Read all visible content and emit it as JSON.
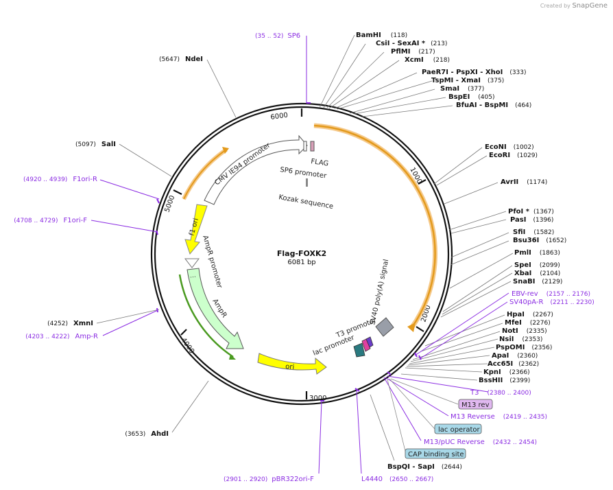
{
  "branding": {
    "created_by": "Created by",
    "product": "SnapGene"
  },
  "plasmid": {
    "name": "Flag-FOXK2",
    "length_label": "6081 bp"
  },
  "ruler": [
    "1000",
    "2000",
    "3000",
    "4000",
    "5000",
    "6000"
  ],
  "features": {
    "cmv": "CMV IE94 promoter",
    "flag": "FLAG",
    "sp6_promoter": "SP6 promoter",
    "kozak": "Kozak sequence",
    "f1ori": "f1 ori",
    "ampr_promoter": "AmpR promoter",
    "ampr": "AmpR",
    "ori": "ori",
    "sv40": "SV40 poly(A) signal",
    "t3_promoter": "T3 promoter",
    "lac_promoter": "lac promoter"
  },
  "enzymes_right": [
    {
      "name": "BamHI",
      "pos": "(118)"
    },
    {
      "name": "CsiI  - SexAI *",
      "pos": "(213)"
    },
    {
      "name": "PflMI",
      "pos": "(217)"
    },
    {
      "name": "XcmI",
      "pos": "(218)"
    },
    {
      "name": "PaeR7I  - PspXI  - XhoI",
      "pos": "(333)"
    },
    {
      "name": "TspMI  - XmaI",
      "pos": "(375)"
    },
    {
      "name": "SmaI",
      "pos": "(377)"
    },
    {
      "name": "BspEI",
      "pos": "(405)"
    },
    {
      "name": "BfuAI  - BspMI",
      "pos": "(464)"
    },
    {
      "name": "EcoNI",
      "pos": "(1002)"
    },
    {
      "name": "EcoRI",
      "pos": "(1029)"
    },
    {
      "name": "AvrII",
      "pos": "(1174)"
    },
    {
      "name": "PfoI *",
      "pos": "(1367)"
    },
    {
      "name": "PasI",
      "pos": "(1396)"
    },
    {
      "name": "SfiI",
      "pos": "(1582)"
    },
    {
      "name": "Bsu36I",
      "pos": "(1652)"
    },
    {
      "name": "PmlI",
      "pos": "(1863)"
    },
    {
      "name": "SpeI",
      "pos": "(2099)"
    },
    {
      "name": "XbaI",
      "pos": "(2104)"
    },
    {
      "name": "SnaBI",
      "pos": "(2129)"
    },
    {
      "name": "HpaI",
      "pos": "(2267)"
    },
    {
      "name": "MfeI",
      "pos": "(2276)"
    },
    {
      "name": "NotI",
      "pos": "(2335)"
    },
    {
      "name": "NsiI",
      "pos": "(2353)"
    },
    {
      "name": "PspOMI",
      "pos": "(2356)"
    },
    {
      "name": "ApaI",
      "pos": "(2360)"
    },
    {
      "name": "Acc65I",
      "pos": "(2362)"
    },
    {
      "name": "KpnI",
      "pos": "(2366)"
    },
    {
      "name": "BssHII",
      "pos": "(2399)"
    }
  ],
  "enzymes_left": [
    {
      "name": "NdeI",
      "pos": "(5647)"
    },
    {
      "name": "SalI",
      "pos": "(5097)"
    },
    {
      "name": "XmnI",
      "pos": "(4252)"
    },
    {
      "name": "AhdI",
      "pos": "(3653)"
    }
  ],
  "enzyme_bottom": {
    "name": "BspQI  - SapI",
    "pos": "(2644)"
  },
  "primers": [
    {
      "name": "SP6",
      "pos": "(35 .. 52)"
    },
    {
      "name": "F1ori-R",
      "pos": "(4920 .. 4939)"
    },
    {
      "name": "F1ori-F",
      "pos": "(4708 .. 4729)"
    },
    {
      "name": "Amp-R",
      "pos": "(4203 .. 4222)"
    },
    {
      "name": "EBV-rev",
      "pos": "(2157 .. 2176)"
    },
    {
      "name": "SV40pA-R",
      "pos": "(2211 .. 2230)"
    },
    {
      "name": "T3",
      "pos": "(2380 .. 2400)"
    },
    {
      "name": "M13 Reverse",
      "pos": "(2419 .. 2435)"
    },
    {
      "name": "M13/pUC Reverse",
      "pos": "(2432 .. 2454)"
    },
    {
      "name": "pBR322ori-F",
      "pos": "(2901 .. 2920)"
    },
    {
      "name": "L4440",
      "pos": "(2650 .. 2667)"
    }
  ],
  "boxed_features": [
    "M13 rev",
    "lac operator",
    "CAP binding site"
  ],
  "colors": {
    "backbone": "#111111",
    "cds": "#f0a830",
    "promoter": "#ffffff",
    "f1ori": "#ffff00",
    "ampr": "#ccffcc",
    "ori": "#ffff00",
    "primer": "#8a2be2",
    "lac_box": "#a8d8e8",
    "m13_box": "#e0b8f0"
  }
}
